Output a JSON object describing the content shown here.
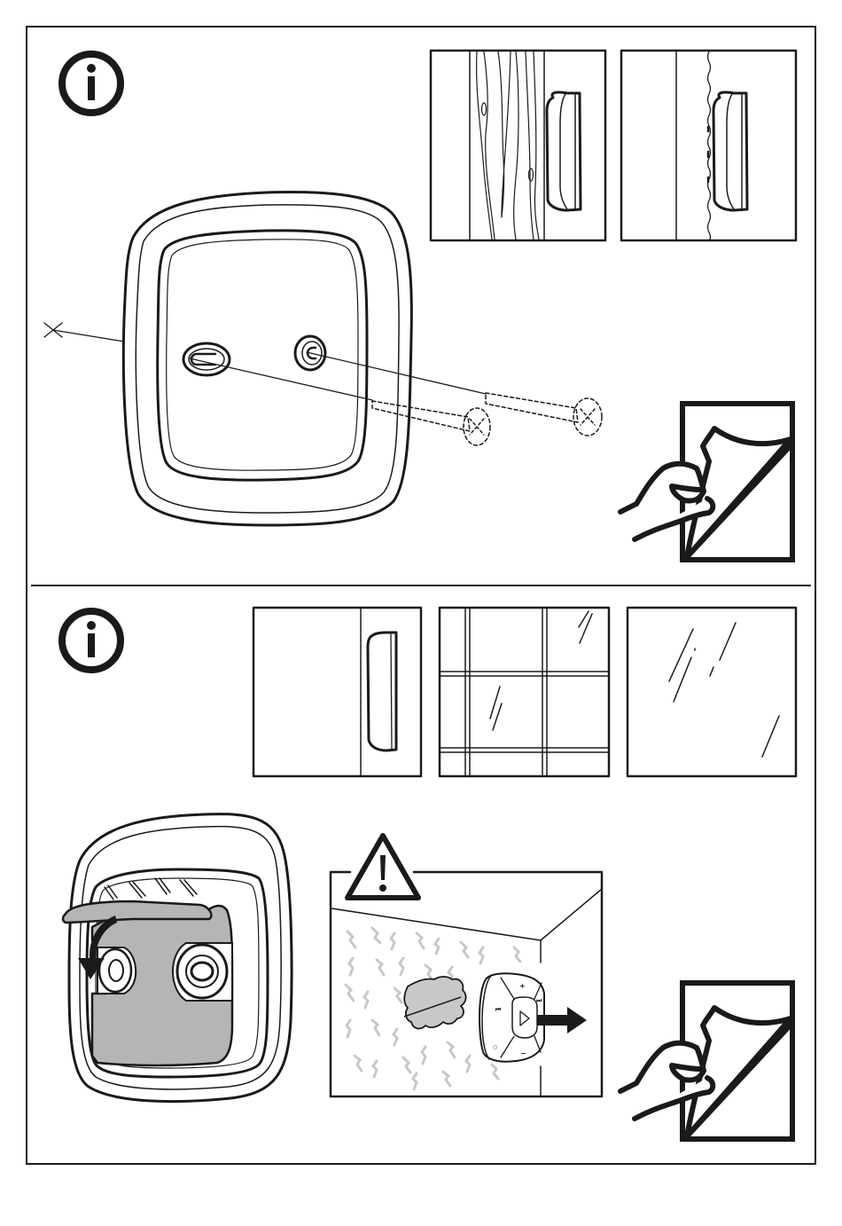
{
  "page": {
    "type": "instruction-manual-illustration",
    "sections": [
      {
        "id": "wall-mount-screws",
        "badge_icon": "info-icon",
        "figures": [
          "mount-plate-with-screws",
          "wood-wall-with-device",
          "textured-wall-with-device",
          "peel-adhesive-liner"
        ]
      },
      {
        "id": "adhesive-mount",
        "badge_icon": "info-icon",
        "figures": [
          "smooth-wall-with-device",
          "tile-wall",
          "glass-surface",
          "mount-plate-peeling-film",
          "warning-textured-wall-remove",
          "peel-adhesive-liner"
        ]
      }
    ],
    "colors": {
      "ink": "#1a1a1a",
      "adhesive_gray": "#b5b5b5",
      "texture_gray": "#c8c8c8",
      "paper": "#ffffff"
    }
  },
  "remote": {
    "buttons": [
      "+",
      "−",
      "⏮",
      "⏭",
      "▷",
      "○",
      "⇥"
    ]
  }
}
